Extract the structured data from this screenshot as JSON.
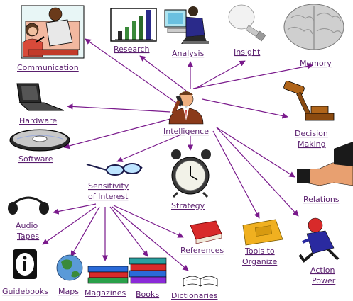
{
  "diagram": {
    "hub_center": "Intelligence",
    "hub_sensitivity": "Sensitivity of Interest",
    "nodes": {
      "communication": "Communication",
      "research": "Research",
      "analysis": "Analysis",
      "insight": "Insight",
      "memory": "Memory",
      "hardware": "Hardware",
      "intelligence": "Intelligence",
      "decision_l1": "Decision",
      "decision_l2": "Making",
      "software": "Software",
      "sensitivity_l1": "Sensitivity",
      "sensitivity_l2": "of Interest",
      "strategy": "Strategy",
      "relations": "Relations",
      "audio_l1": "Audio",
      "audio_l2": "Tapes",
      "references": "References",
      "tools_l1": "Tools to",
      "tools_l2": "Organize",
      "action_l1": "Action",
      "action_l2": "Power",
      "guidebooks": "Guidebooks",
      "maps": "Maps",
      "magazines": "Magazines",
      "books": "Books",
      "dictionaries": "Dictionaries"
    }
  },
  "colors": {
    "edge": "#7a1a8c",
    "label": "#5a1f6e"
  }
}
